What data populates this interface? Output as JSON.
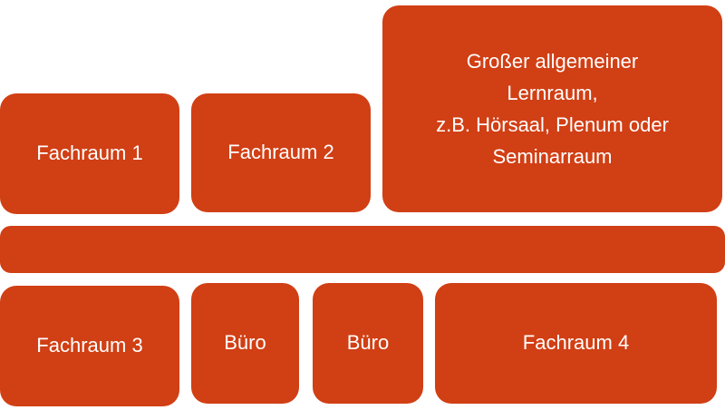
{
  "rooms": {
    "fachraum1": "Fachraum 1",
    "fachraum2": "Fachraum 2",
    "lernraum_lines": [
      "Großer allgemeiner",
      "Lernraum,",
      "z.B. Hörsaal, Plenum oder",
      "Seminarraum"
    ],
    "corridor": "",
    "fachraum3": "Fachraum 3",
    "buero_a": "Büro",
    "buero_b": "Büro",
    "fachraum4": "Fachraum 4"
  },
  "colors": {
    "room_fill": "#d13f14",
    "text": "#ffffff",
    "background": "#ffffff"
  }
}
